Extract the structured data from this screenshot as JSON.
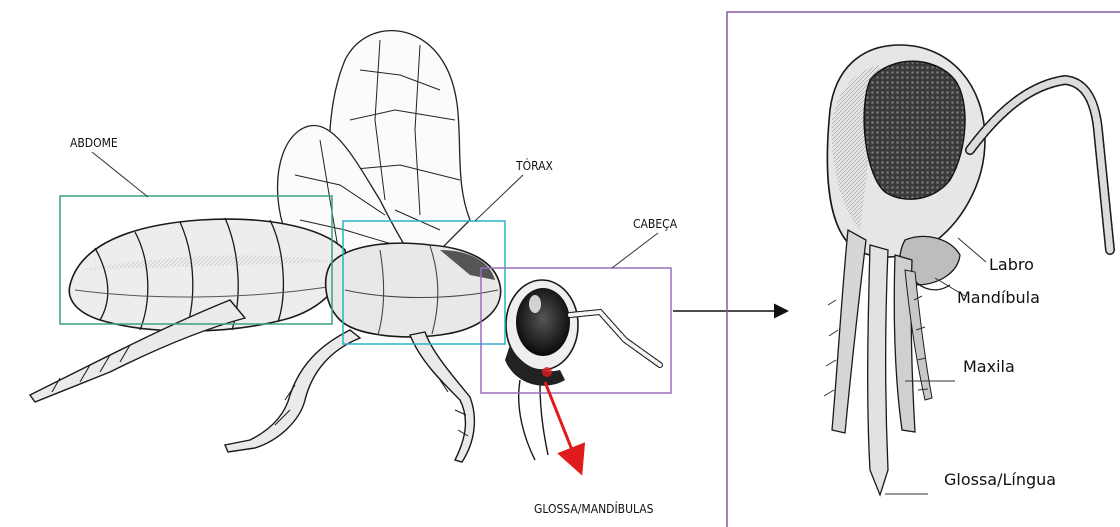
{
  "labels": {
    "abdome": "ABDOME",
    "torax": "TÓRAX",
    "cabeca": "CABEÇA",
    "glossa_mandibulas": "GLOSSA/MANDÍBULAS",
    "labro": "Labro",
    "mandibula": "Mandíbula",
    "maxila": "Maxila",
    "glossa_lingua": "Glossa/Língua"
  },
  "colors": {
    "abdome_box": "#3aa37a",
    "torax_box": "#2bb3c7",
    "cabeca_box": "#9a6fc0",
    "panel_border": "#8a5aa8",
    "red_arrow": "#e01b1b",
    "ink": "#1a1a1a"
  }
}
